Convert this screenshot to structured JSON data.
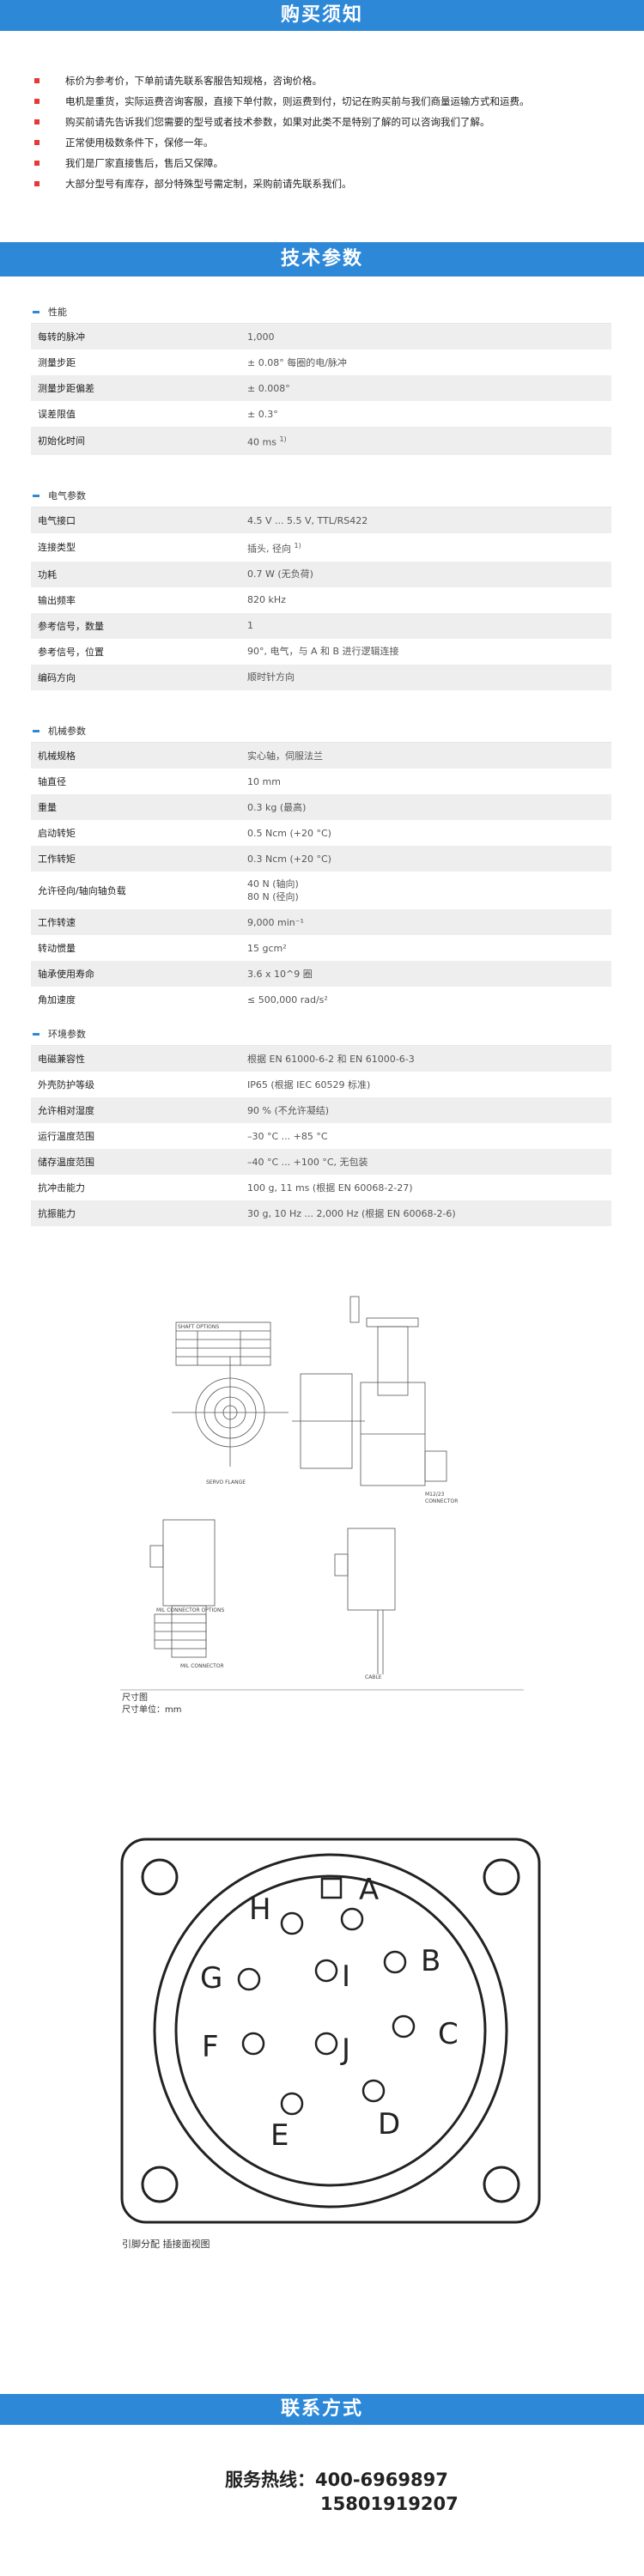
{
  "banners": {
    "notice": "购买须知",
    "specs": "技术参数",
    "contact": "联系方式"
  },
  "notices": [
    "标价为参考价，下单前请先联系客服告知规格，咨询价格。",
    "电机是重货，实际运费咨询客服，直接下单付款，则运费到付，切记在购买前与我们商量运输方式和运费。",
    "购买前请先告诉我们您需要的型号或者技术参数，如果对此类不是特别了解的可以咨询我们了解。",
    "正常使用极数条件下，保修一年。",
    "我们是厂家直接售后，售后又保障。",
    "大部分型号有库存，部分特殊型号需定制，采购前请先联系我们。"
  ],
  "sections": [
    {
      "title": "性能",
      "rows": [
        {
          "k": "每转的脉冲",
          "v": "1,000"
        },
        {
          "k": "测量步距",
          "v": "± 0.08° 每圈的电/脉冲"
        },
        {
          "k": "测量步距偏差",
          "v": "± 0.008°"
        },
        {
          "k": "误差限值",
          "v": "± 0.3°"
        },
        {
          "k": "初始化时间",
          "v": "40 ms",
          "sup": "1)"
        }
      ]
    },
    {
      "title": "电气参数",
      "rows": [
        {
          "k": "电气接口",
          "v": "4.5 V ... 5.5 V, TTL/RS422"
        },
        {
          "k": "连接类型",
          "v": "插头, 径向",
          "sup": "1)"
        },
        {
          "k": "功耗",
          "v": "0.7 W (无负荷)"
        },
        {
          "k": "输出频率",
          "v": "820 kHz"
        },
        {
          "k": "参考信号，数量",
          "v": "1"
        },
        {
          "k": "参考信号，位置",
          "v": "90°, 电气，与 A 和 B 进行逻辑连接"
        },
        {
          "k": "编码方向",
          "v": "顺时针方向"
        }
      ]
    },
    {
      "title": "机械参数",
      "rows": [
        {
          "k": "机械规格",
          "v": "实心轴，伺服法兰"
        },
        {
          "k": "轴直径",
          "v": "10 mm"
        },
        {
          "k": "重量",
          "v": "0.3 kg (最高)"
        },
        {
          "k": "启动转矩",
          "v": "0.5 Ncm (+20 °C)"
        },
        {
          "k": "工作转矩",
          "v": "0.3 Ncm (+20 °C)"
        },
        {
          "k": "允许径向/轴向轴负载",
          "v": "40 N (轴向)",
          "v2": "80 N (径向)"
        },
        {
          "k": "工作转速",
          "v": "9,000 min⁻¹"
        },
        {
          "k": "转动惯量",
          "v": "15 gcm²"
        },
        {
          "k": "轴承使用寿命",
          "v": "3.6 x 10^9 圈"
        },
        {
          "k": "角加速度",
          "v": "≤ 500,000 rad/s²"
        }
      ]
    },
    {
      "title": "环境参数",
      "rows": [
        {
          "k": "电磁兼容性",
          "v": "根据 EN 61000-6-2 和 EN 61000-6-3"
        },
        {
          "k": "外壳防护等级",
          "v": "IP65 (根据 IEC 60529 标准)"
        },
        {
          "k": "允许相对湿度",
          "v": "90 % (不允许凝结)"
        },
        {
          "k": "运行温度范围",
          "v": "–30 °C ... +85 °C"
        },
        {
          "k": "储存温度范围",
          "v": "–40 °C ... +100 °C, 无包装"
        },
        {
          "k": "抗冲击能力",
          "v": "100 g, 11 ms (根据 EN 60068-2-27)"
        },
        {
          "k": "抗振能力",
          "v": "30 g, 10 Hz ... 2,000 Hz (根据 EN 60068-2-6)"
        }
      ]
    }
  ],
  "drawing": {
    "table1_title": "SHAFT OPTIONS",
    "table2_title": "MIL CONNECTOR OPTIONS",
    "label_servo": "SERVO FLANGE",
    "label_m12": "M12/23",
    "label_connector": "CONNECTOR",
    "label_mil": "MIL CONNECTOR",
    "label_cable": "CABLE",
    "caption1": "尺寸图",
    "caption2": "尺寸单位：mm"
  },
  "pinout": {
    "pins": [
      "A",
      "B",
      "C",
      "D",
      "E",
      "F",
      "G",
      "H",
      "I",
      "J"
    ],
    "caption": "引脚分配 插接面视图"
  },
  "contact": {
    "label": "服务热线：",
    "phone1": "400-6969897",
    "phone2": "15801919207"
  },
  "colors": {
    "banner": "#2d88d8",
    "bullet": "#e53935",
    "row_alt": "#eeeeee"
  }
}
